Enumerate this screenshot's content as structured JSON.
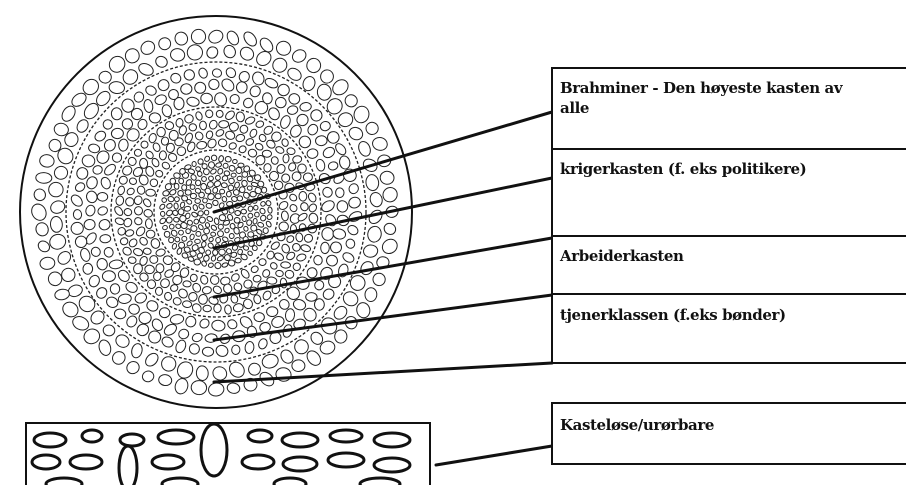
{
  "diagram": {
    "labels": [
      {
        "lines": [
          "Brahminer - Den høyeste kasten av",
          "alle"
        ]
      },
      {
        "lines": [
          "krigerkasten (f. eks politikere)"
        ]
      },
      {
        "lines": [
          "Arbeiderkasten"
        ]
      },
      {
        "lines": [
          "tjenerklassen (f.eks bønder)"
        ]
      },
      {
        "lines": [
          "Kasteløse/urørbare"
        ]
      }
    ],
    "colors": {
      "ink": "#111111",
      "paper": "#ffffff"
    }
  }
}
